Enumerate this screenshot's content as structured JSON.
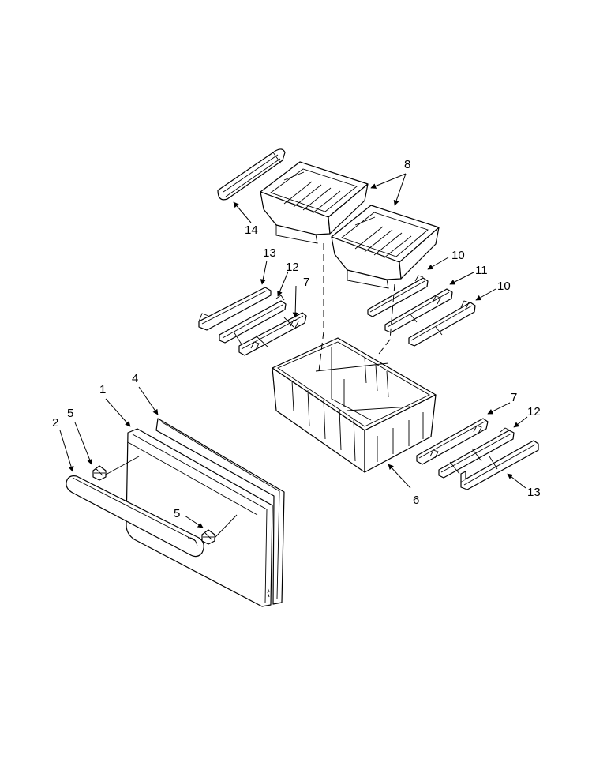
{
  "diagram": {
    "callouts": [
      {
        "id": "c1",
        "label": "1"
      },
      {
        "id": "c2",
        "label": "2"
      },
      {
        "id": "c4",
        "label": "4"
      },
      {
        "id": "c5a",
        "label": "5"
      },
      {
        "id": "c5b",
        "label": "5"
      },
      {
        "id": "c6",
        "label": "6"
      },
      {
        "id": "c7a",
        "label": "7"
      },
      {
        "id": "c7b",
        "label": "7"
      },
      {
        "id": "c8",
        "label": "8"
      },
      {
        "id": "c10a",
        "label": "10"
      },
      {
        "id": "c10b",
        "label": "10"
      },
      {
        "id": "c11",
        "label": "11"
      },
      {
        "id": "c12a",
        "label": "12"
      },
      {
        "id": "c12b",
        "label": "12"
      },
      {
        "id": "c13a",
        "label": "13"
      },
      {
        "id": "c13b",
        "label": "13"
      },
      {
        "id": "c14",
        "label": "14"
      }
    ]
  }
}
